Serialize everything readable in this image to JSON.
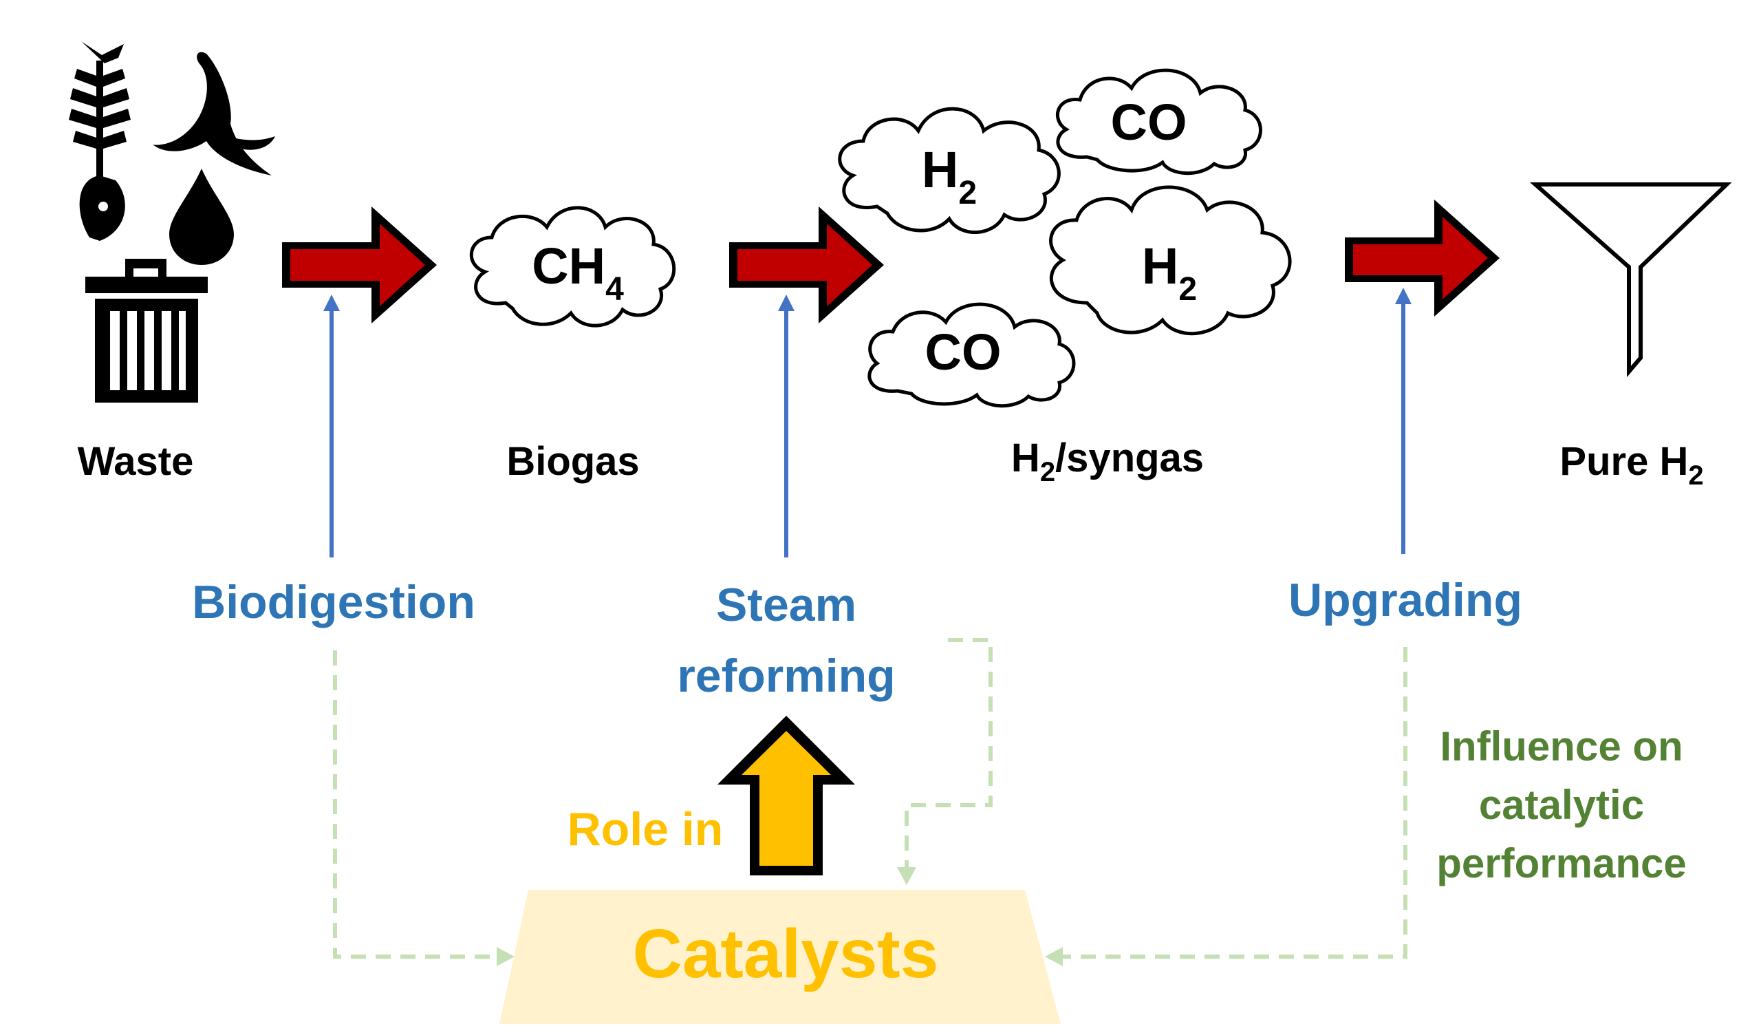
{
  "colors": {
    "flow_arrow_fill": "#c00000",
    "flow_arrow_stroke": "#000000",
    "process_text": "#2e75b6",
    "process_arrow": "#4472c4",
    "catalyst_text": "#ffc000",
    "catalyst_box": "#fff2cc",
    "influence_text": "#548235",
    "influence_line": "#c5e0b4",
    "role_arrow_fill": "#ffc000"
  },
  "stages": {
    "waste": {
      "label": "Waste",
      "icons": [
        "fish-bone-icon",
        "banana-peel-icon",
        "drop-icon",
        "trash-can-icon"
      ]
    },
    "biogas": {
      "label": "Biogas",
      "cloud": {
        "text": "CH",
        "sub": "4"
      }
    },
    "syngas": {
      "label": "H",
      "label_sub": "2",
      "label_rest": "/syngas",
      "clouds": [
        {
          "text": "H",
          "sub": "2"
        },
        {
          "text": "CO",
          "sub": ""
        },
        {
          "text": "H",
          "sub": "2"
        },
        {
          "text": "CO",
          "sub": ""
        }
      ]
    },
    "pure": {
      "label": "Pure H",
      "label_sub": "2",
      "icon": "funnel-icon"
    }
  },
  "processes": {
    "biodigestion": "Biodigestion",
    "steam_line1": "Steam",
    "steam_line2": "reforming",
    "upgrading": "Upgrading"
  },
  "catalysts": {
    "label": "Catalysts",
    "role": "Role in",
    "influence_line1": "Influence on",
    "influence_line2": "catalytic",
    "influence_line3": "performance"
  }
}
